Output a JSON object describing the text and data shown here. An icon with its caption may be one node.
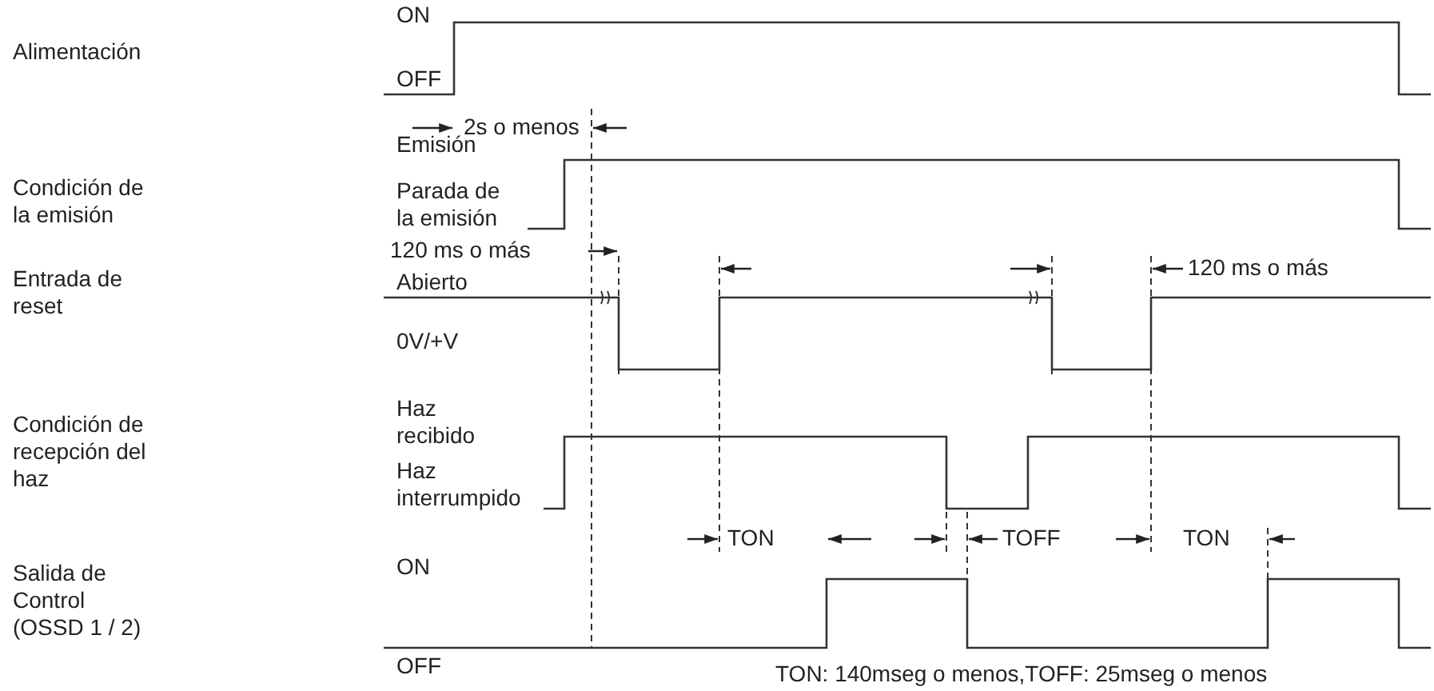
{
  "diagram": {
    "labels": [
      "Alimentación",
      "ON",
      "OFF",
      "2s o menos",
      "Condición de la emisión",
      "Emisión",
      "Parada de la emisión",
      "120 ms o más",
      "120 ms o más",
      "Entrada de reset",
      "Abierto",
      "0V/+V",
      "Condición de recepción del haz",
      "Haz recibido",
      "Haz interrumpido",
      "TON",
      "TOFF",
      "TON",
      "Salida de Control (OSSD 1 / 2)",
      "ON",
      "OFF",
      "TON: 140mseg o menos,TOFF: 25mseg o menos"
    ]
  }
}
